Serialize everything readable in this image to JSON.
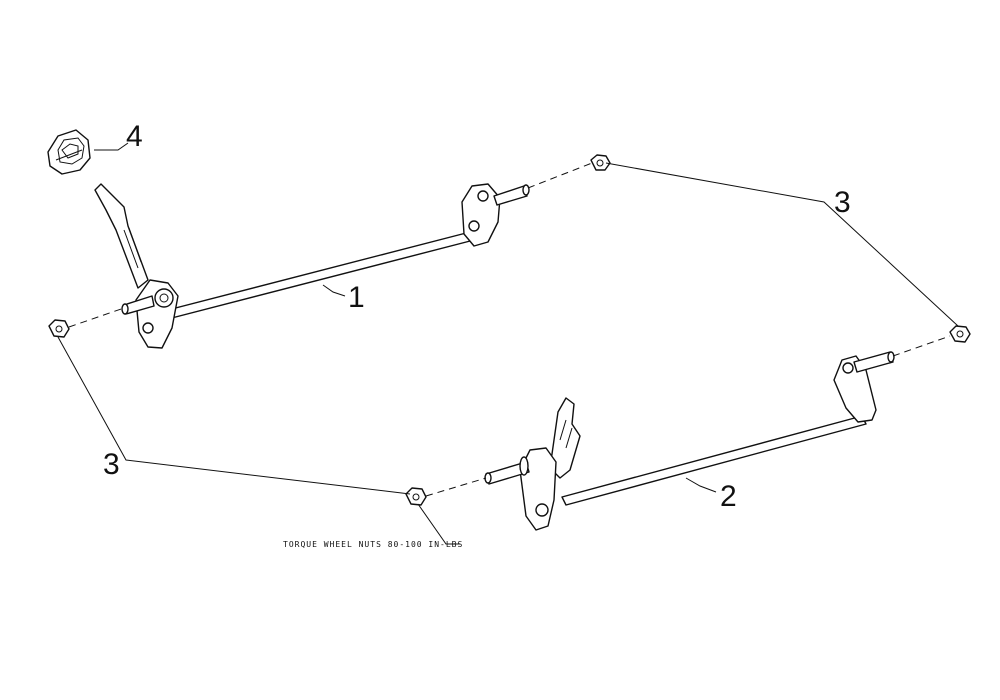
{
  "callouts": {
    "c1": "1",
    "c2": "2",
    "c3a": "3",
    "c3b": "3",
    "c4": "4"
  },
  "note": "TORQUE WHEEL NUTS 80-100 IN-LBS"
}
